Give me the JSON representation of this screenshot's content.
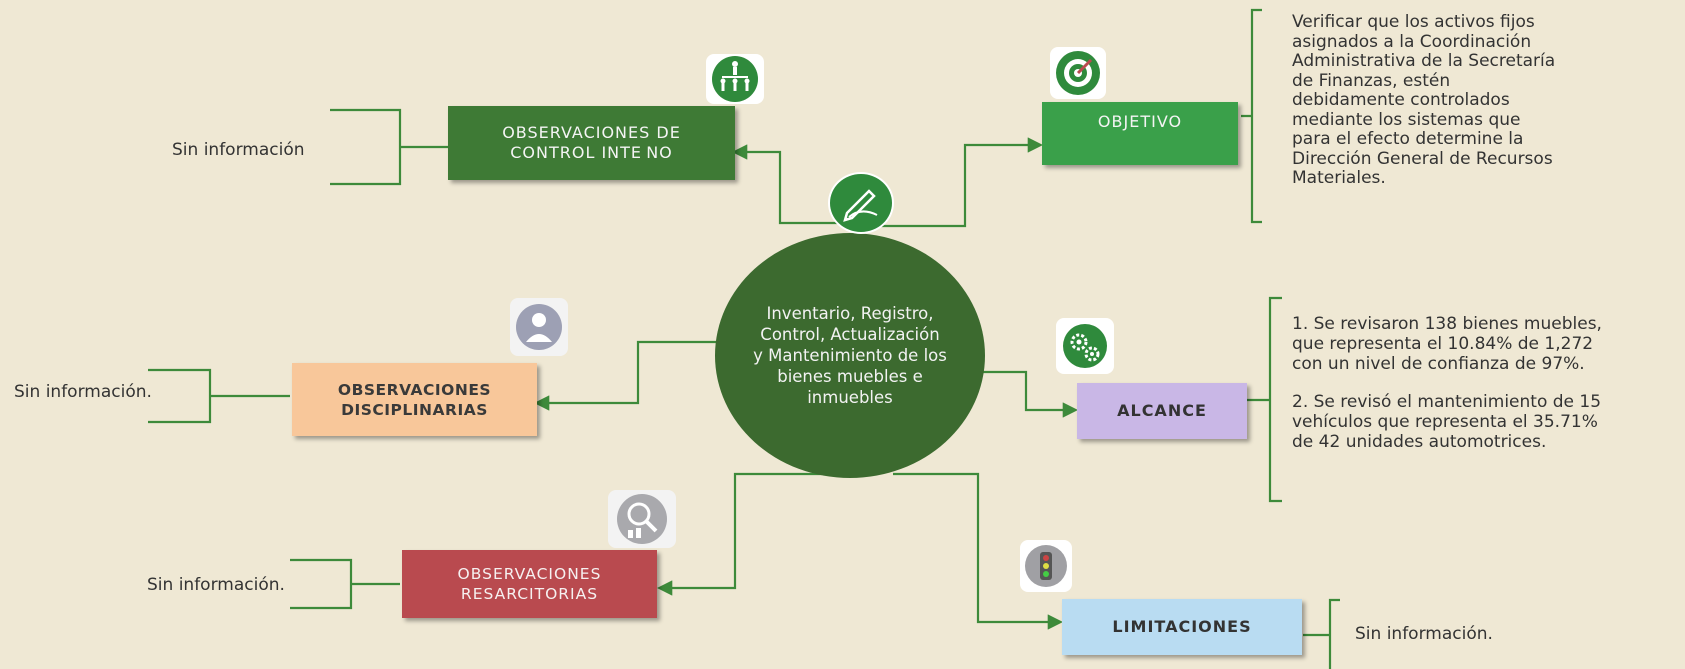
{
  "center": {
    "line1": "Inventario, Registro,",
    "line2": "Control, Actualización",
    "line3": "y Mantenimiento de los",
    "line4": "bienes muebles e",
    "line5": "inmuebles"
  },
  "control_interno": {
    "label_line1": "OBSERVACIONES DE",
    "label_line2": "CONTROL INTE NO",
    "info": "Sin información"
  },
  "disciplinarias": {
    "label_line1": "OBSERVACIONES",
    "label_line2": "DISCIPLINARIAS",
    "info": "Sin información."
  },
  "resarcitorias": {
    "label_line1": "OBSERVACIONES",
    "label_line2": "RESARCITORIAS",
    "info": "Sin información."
  },
  "objetivo": {
    "label": "OBJETIVO",
    "lines": [
      "Verificar que los activos fijos",
      "asignados a la Coordinación",
      "Administrativa de la Secretaría",
      "de Finanzas, estén",
      "debidamente controlados",
      "mediante los sistemas que",
      "para el efecto determine la",
      "Dirección General de Recursos",
      "Materiales."
    ]
  },
  "alcance": {
    "label": "ALCANCE",
    "item1_lines": [
      "1. Se revisaron 138 bienes muebles,",
      "que representa el 10.84% de 1,272",
      "con un nivel de confianza de 97%."
    ],
    "item2_lines": [
      "2. Se revisó el mantenimiento de 15",
      "vehículos que representa el 35.71%",
      "de 42 unidades automotrices."
    ]
  },
  "limitaciones": {
    "label": "LIMITACIONES",
    "info": "Sin información."
  },
  "colors": {
    "background": "#efe8d4",
    "line_green": "#3d8a3a",
    "center_green": "#3c6a2f",
    "control_interno": "#3e7a35",
    "objetivo": "#3aa04a",
    "disciplinarias": "#f8c79a",
    "resarcitorias": "#b94a4f",
    "alcance": "#c9b7e6",
    "limitaciones": "#b9dcf2"
  },
  "icons": [
    "org-chart-icon",
    "target-icon",
    "pen-hand-icon",
    "person-icon",
    "gears-icon",
    "magnifier-people-icon",
    "traffic-light-icon"
  ]
}
